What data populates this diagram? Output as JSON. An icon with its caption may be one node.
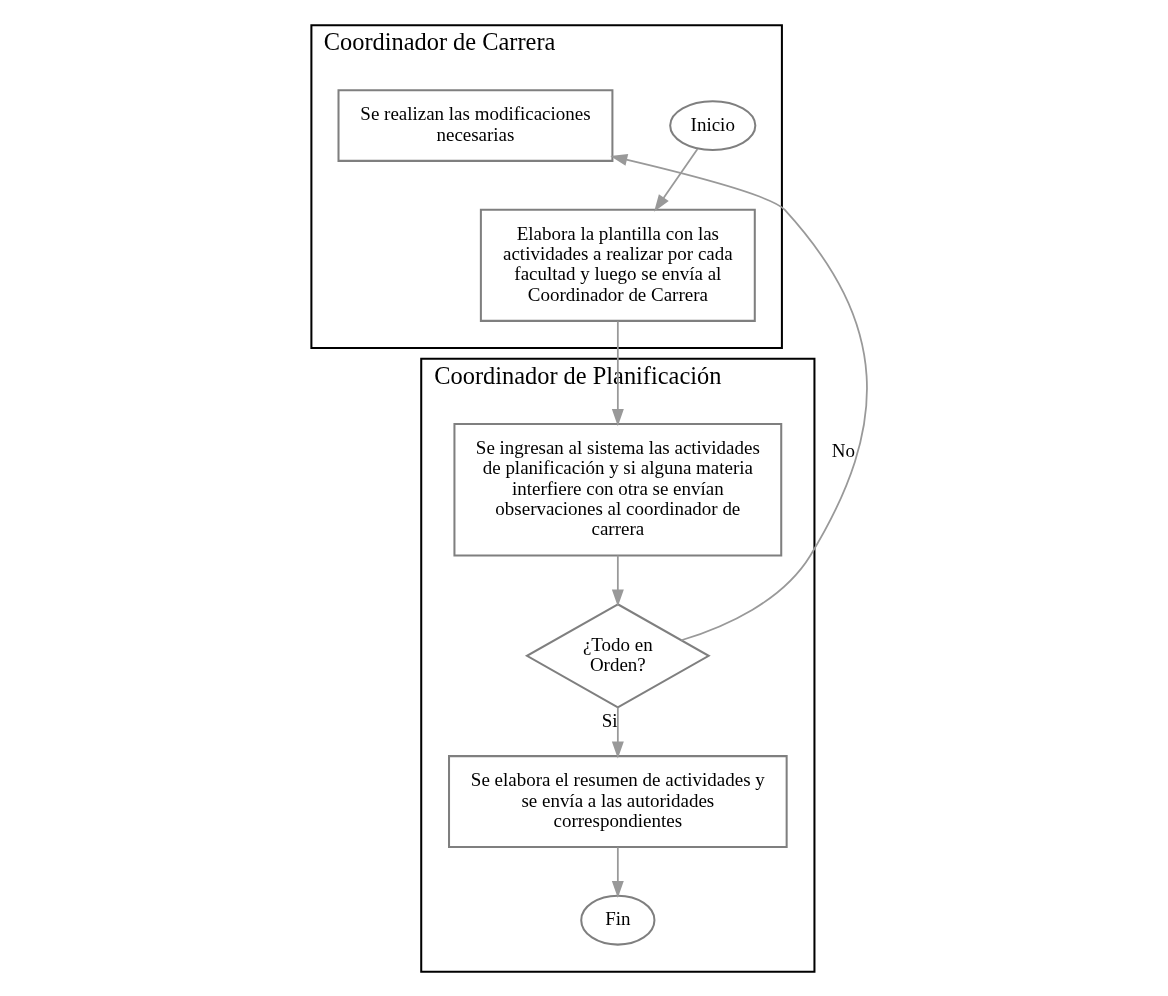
{
  "diagram": {
    "nodes": [
      {
        "text": [
          "Coordinador de Carrera"
        ]
      },
      {
        "text": [
          "Coordinador de Planificación"
        ]
      },
      {
        "text": [
          "Inicio"
        ],
        "in": 0
      },
      {
        "text": [
          "Elabora la plantilla con las actividades a realizar por cada facultad y luego se envía al Coordinador de Carrera"
        ],
        "in": 0
      },
      {
        "text": [
          "Se realizan las modificaciones necesarias"
        ],
        "in": 0
      },
      {
        "text": [
          "Se ingresan al sistema las actividades de planificación y si alguna materia interfiere con otra se envían observaciones al coordinador de carrera"
        ],
        "in": 1
      },
      {
        "text": [
          "¿Todo en Orden?"
        ],
        "in": 1
      },
      {
        "text": [
          "Se elabora el resumen de actividades y se envía a las autoridades correspondientes"
        ],
        "in": 1
      },
      {
        "text": [
          "Fin"
        ],
        "in": 1
      }
    ],
    "edges": [
      {
        "from": 2,
        "to": 3,
        "arrow": "to"
      },
      {
        "from": 3,
        "to": 5,
        "arrow": "to"
      },
      {
        "from": 5,
        "to": 6,
        "arrow": "to"
      },
      {
        "from": 6,
        "to": 4,
        "arrow": "to",
        "label": "No"
      },
      {
        "from": 6,
        "to": 7,
        "arrow": "to",
        "label": "Si"
      },
      {
        "from": 7,
        "to": 8,
        "arrow": "to"
      }
    ]
  }
}
